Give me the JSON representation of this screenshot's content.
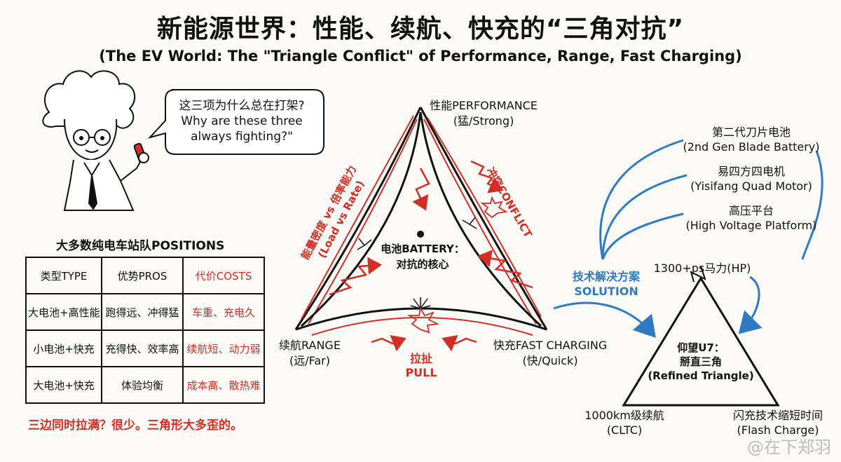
{
  "title": "新能源世界：性能、续航、快充的“三角对抗”",
  "subtitle": "(The EV World: The \"Triangle Conflict\" of Performance, Range, Fast Charging)",
  "speech_bubble": {
    "line1": "这三项为什么总在打架?",
    "line2": "Why are these three",
    "line3": "always fighting?\""
  },
  "positions": {
    "title": "大多数纯电车站队POSITIONS",
    "headers": [
      "类型TYPE",
      "优势PROS",
      "代价COSTS"
    ],
    "rows": [
      [
        "大电池+高性能",
        "跑得远、冲得猛",
        "车重、充电久"
      ],
      [
        "小电池+快充",
        "充得快、效率高",
        "续航短、动力弱"
      ],
      [
        "大电池+快充",
        "体验均衡",
        "成本高、散热难"
      ]
    ],
    "footnote": "三边同时拉满？很少。三角形大多歪的。"
  },
  "triangle": {
    "top_label": "性能PERFORMANCE",
    "top_sub": "(猛/Strong)",
    "left_label": "续航RANGE",
    "left_sub": "(远/Far)",
    "right_label": "快充FAST CHARGING",
    "right_sub": "(快/Quick)",
    "center_line1": "电池BATTERY：",
    "center_line2": "对抗的核心",
    "left_edge_line1": "能量密度 vs 倍率能力",
    "left_edge_line2": "(Load vs Rate)",
    "right_edge": "冲突CONFLICT",
    "bottom_edge": "拉扯PULL"
  },
  "solution": {
    "label_zh": "技术解决方案",
    "label_en": "SOLUTION",
    "tech1_zh": "第二代刀片电池",
    "tech1_en": "(2nd Gen Blade Battery)",
    "tech2_zh": "易四方四电机",
    "tech2_en": "(Yisifang Quad Motor)",
    "tech3_zh": "高压平台",
    "tech3_en": "(High Voltage Platform)",
    "hp": "1300+ps马力(HP)",
    "car_line1": "仰望U7：",
    "car_line2": "掰直三角",
    "car_line3": "(Refined Triangle)",
    "range_value": "1000km级续航",
    "range_std": "(CLTC)",
    "charge_zh": "闪充技术缩短时间",
    "charge_en": "(Flash Charge)"
  },
  "watermark": "@在下郑羽",
  "colors": {
    "red": "#d42d24",
    "blue": "#2e7bc4",
    "ink": "#111111"
  }
}
